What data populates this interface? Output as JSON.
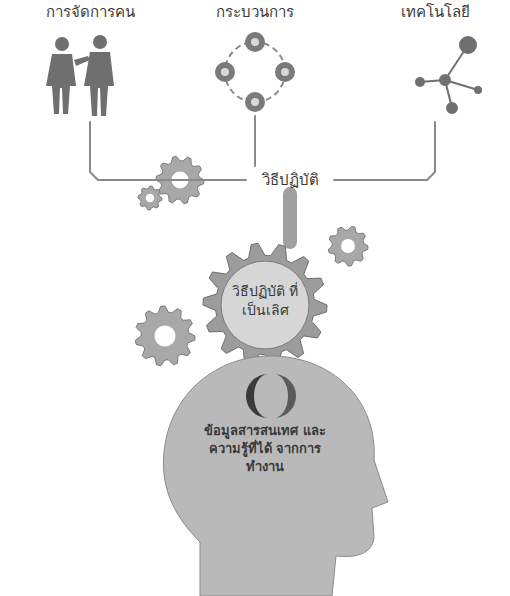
{
  "diagram": {
    "nodes": [
      {
        "text": [
          "การจัดการคน"
        ]
      },
      {
        "text": [
          "กระบวนการ"
        ]
      },
      {
        "text": [
          "เทคโนโลยี"
        ]
      },
      {
        "text": [
          "วิธีปฏิบัติ"
        ]
      },
      {
        "text": [
          "วิธีปฏิบัติ ที่เป็นเลิศ"
        ]
      },
      {
        "text": [
          "ข้อมูลสารสนเทศ และความรู้ที่ได้ จากการทำงาน"
        ]
      }
    ],
    "edges": [
      {
        "from": 0,
        "to": 3,
        "arrow": "none"
      },
      {
        "from": 1,
        "to": 3,
        "arrow": "none"
      },
      {
        "from": 2,
        "to": 3,
        "arrow": "none"
      },
      {
        "from": 3,
        "to": 4,
        "arrow": "none"
      }
    ]
  }
}
